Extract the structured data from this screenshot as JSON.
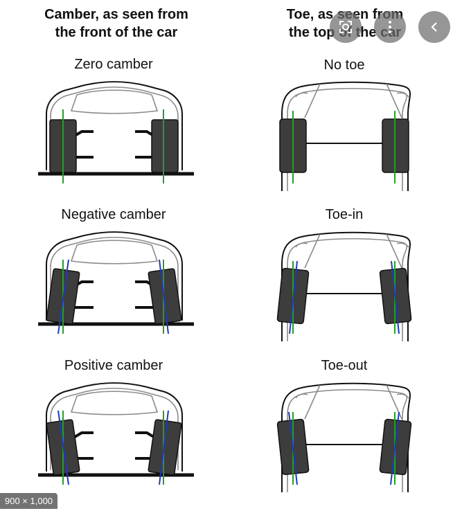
{
  "headings": {
    "camber": "Camber, as seen from the front of the car",
    "camber_line1": "Camber, as seen from",
    "camber_line2": "the front of the car",
    "toe_line1": "Toe, as seen from",
    "toe_line2": "the top of the car"
  },
  "captions": {
    "zero_camber": "Zero camber",
    "negative_camber": "Negative camber",
    "positive_camber": "Positive camber",
    "no_toe": "No toe",
    "toe_in": "Toe-in",
    "toe_out": "Toe-out"
  },
  "image_size_badge": "900 × 1,000",
  "colors": {
    "tire": "#3d3d3d",
    "outline": "#111111",
    "body_line": "#8a8a8a",
    "reference_line": "#22a025",
    "wheel_axis_line": "#1f3bb3",
    "overlay": "#6e6e6e"
  },
  "icons": {
    "lens": "lens-icon",
    "more": "more-vertical-icon",
    "back": "chevron-left-icon"
  }
}
